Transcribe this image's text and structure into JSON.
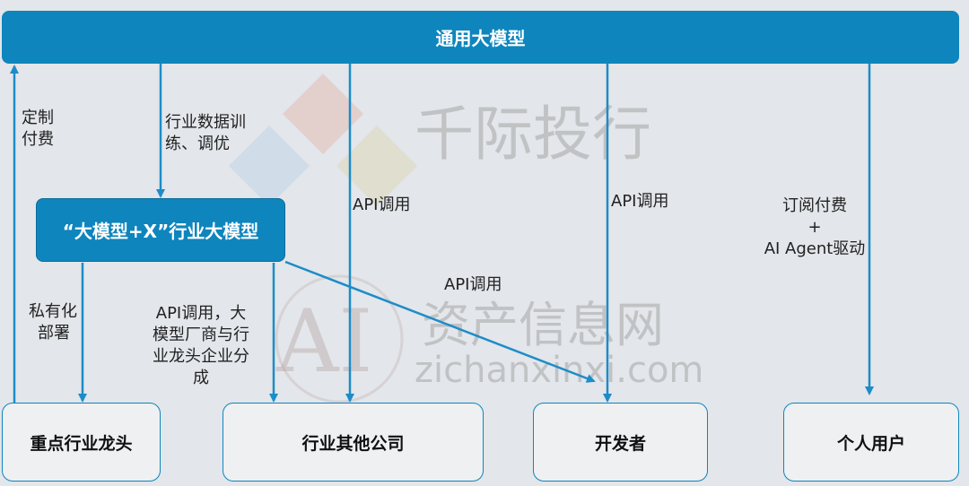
{
  "header": {
    "title": "通用大模型"
  },
  "middle": {
    "title": "“大模型+X”行业大模型"
  },
  "bottom": {
    "box1": "重点行业龙头",
    "box2": "行业其他公司",
    "box3": "开发者",
    "box4": "个人用户"
  },
  "labels": {
    "custom_pay_1": "定制",
    "custom_pay_2": "付费",
    "industry_data_1": "行业数据训",
    "industry_data_2": "练、调优",
    "private_1": "私有化",
    "private_2": "部署",
    "api_share_1": "API调用，大",
    "api_share_2": "模型厂商与行",
    "api_share_3": "业龙头企业分",
    "api_share_4": "成",
    "api_call_a": "API调用",
    "api_call_b": "API调用",
    "api_call_c": "API调用",
    "subscribe_1": "订阅付费",
    "subscribe_2": "+",
    "subscribe_3": "AI Agent驱动"
  },
  "watermark": {
    "brand": "千际投行",
    "ai": "AI",
    "cn": "资产信息网",
    "url": "zichanxinxi.com"
  },
  "colors": {
    "accent": "#0e85bd",
    "background": "#e3e6ea"
  }
}
